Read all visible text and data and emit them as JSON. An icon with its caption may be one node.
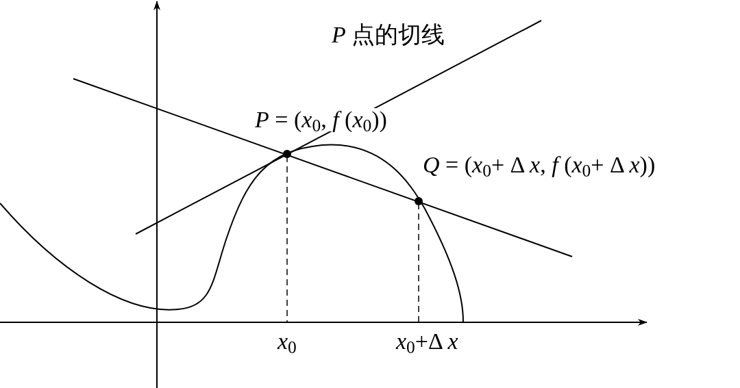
{
  "diagram": {
    "labels": [
      "*P* 点的切线",
      "*P* = (*x*$_{0}$, *f* (*x*$_{0}$))",
      "*Q* = (*x*$_{0}$+ Δ *x*, *f* (*x*$_{0}$+ Δ *x*))",
      "*x*$_{0}$",
      "*x*$_{0}$+Δ *x*"
    ]
  }
}
